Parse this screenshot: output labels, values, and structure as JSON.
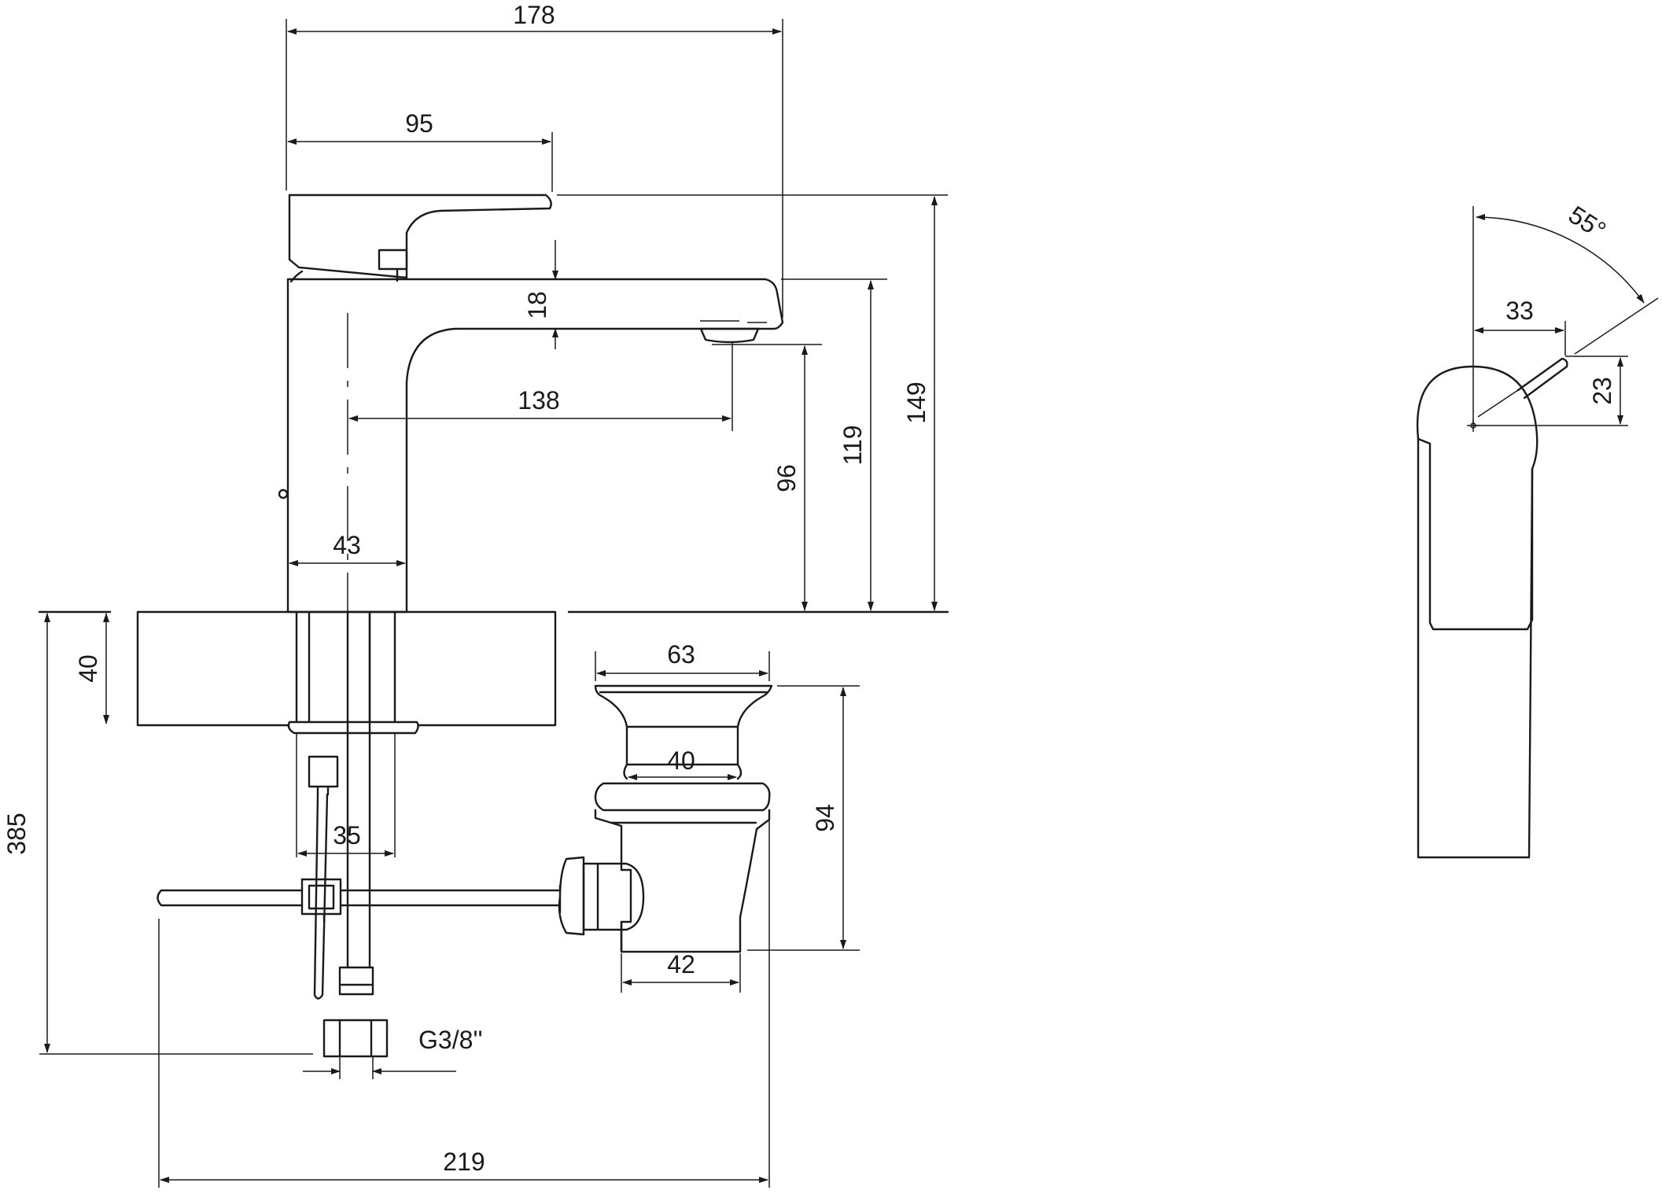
{
  "diagram": {
    "labels": {
      "w178": "178",
      "w95": "95",
      "h18": "18",
      "w138": "138",
      "h96": "96",
      "h119": "119",
      "h149": "149",
      "w43": "43",
      "h40": "40",
      "h385": "385",
      "w35": "35",
      "thread": "G3/8''",
      "w219": "219",
      "w63": "63",
      "w40": "40",
      "h94": "94",
      "w42": "42",
      "angle": "55°",
      "w33": "33",
      "h23": "23"
    }
  }
}
